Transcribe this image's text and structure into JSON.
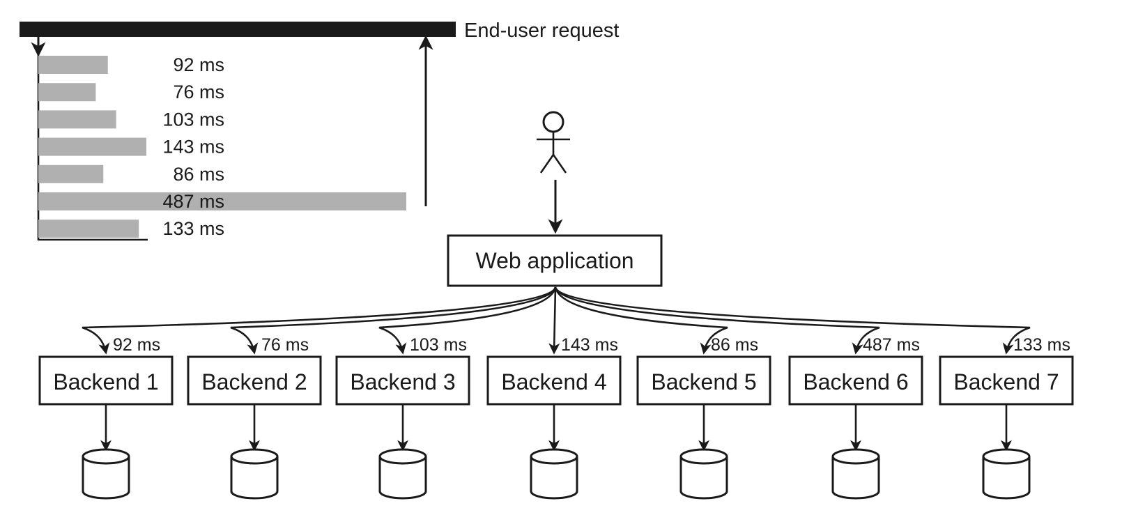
{
  "diagram": {
    "title_label": "End-user request",
    "web_application_label": "Web application",
    "actor_name": "end-user-actor"
  },
  "chart_data": {
    "type": "bar",
    "title": "End-user request",
    "xlabel": "",
    "ylabel": "",
    "orientation": "horizontal",
    "unit": "ms",
    "categories": [
      "Backend 1",
      "Backend 2",
      "Backend 3",
      "Backend 4",
      "Backend 5",
      "Backend 6",
      "Backend 7"
    ],
    "values": [
      92,
      76,
      103,
      143,
      86,
      487,
      133
    ],
    "labels": [
      "92 ms",
      "76 ms",
      "103 ms",
      "143 ms",
      "86 ms",
      "487 ms",
      "133 ms"
    ],
    "total_label": "487 ms",
    "xlim": [
      0,
      487
    ],
    "grid": false,
    "legend": "none",
    "bar_color": "#b0b0b0",
    "total_bar_color": "#1a1a1a"
  },
  "backends": [
    {
      "label": "Backend 1",
      "latency": "92 ms"
    },
    {
      "label": "Backend 2",
      "latency": "76 ms"
    },
    {
      "label": "Backend 3",
      "latency": "103 ms"
    },
    {
      "label": "Backend 4",
      "latency": "143 ms"
    },
    {
      "label": "Backend 5",
      "latency": "86 ms"
    },
    {
      "label": "Backend 6",
      "latency": "487 ms"
    },
    {
      "label": "Backend 7",
      "latency": "133 ms"
    }
  ],
  "colors": {
    "ink": "#1a1a1a",
    "bar_gray": "#b0b0b0",
    "background": "#ffffff"
  }
}
